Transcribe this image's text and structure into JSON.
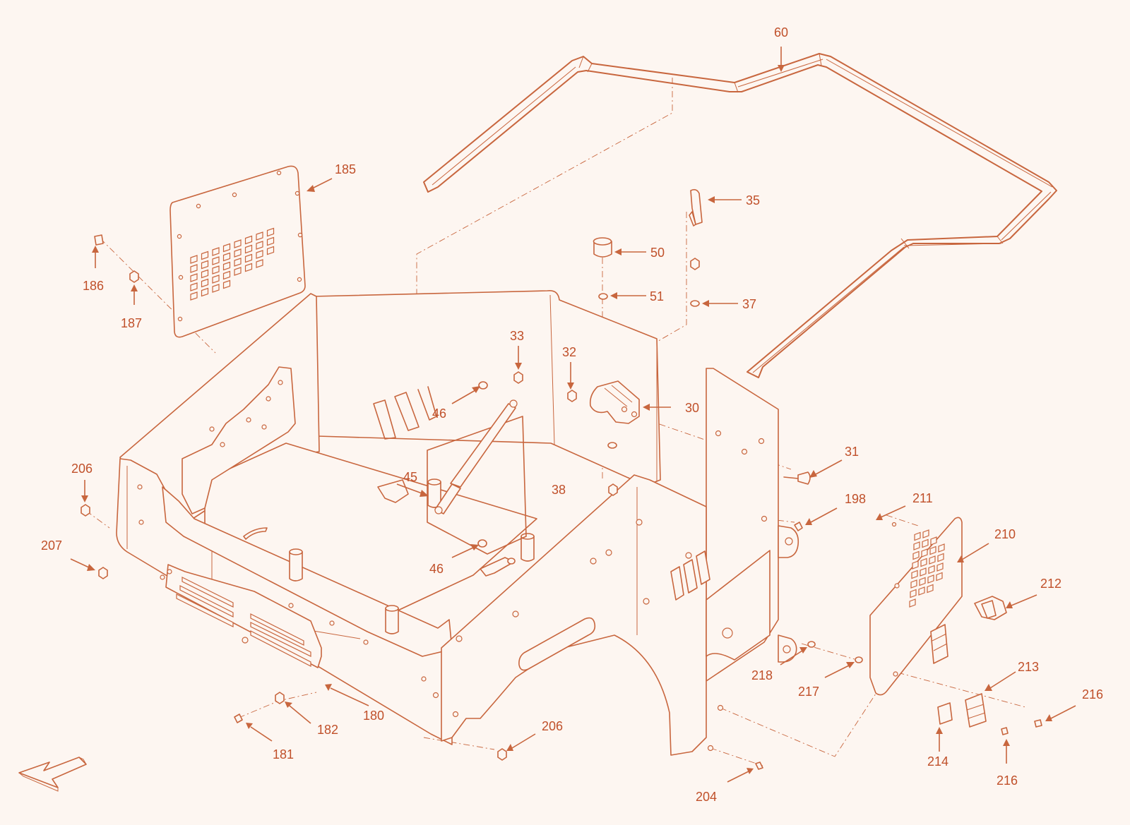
{
  "callouts": [
    {
      "id": "c60",
      "label": "60"
    },
    {
      "id": "c185",
      "label": "185"
    },
    {
      "id": "c35",
      "label": "35"
    },
    {
      "id": "c50",
      "label": "50"
    },
    {
      "id": "c186",
      "label": "186"
    },
    {
      "id": "c51",
      "label": "51"
    },
    {
      "id": "c37",
      "label": "37"
    },
    {
      "id": "c187",
      "label": "187"
    },
    {
      "id": "c33",
      "label": "33"
    },
    {
      "id": "c32",
      "label": "32"
    },
    {
      "id": "c30",
      "label": "30"
    },
    {
      "id": "c46a",
      "label": "46"
    },
    {
      "id": "c31",
      "label": "31"
    },
    {
      "id": "c206a",
      "label": "206"
    },
    {
      "id": "c45",
      "label": "45"
    },
    {
      "id": "c38",
      "label": "38"
    },
    {
      "id": "c211",
      "label": "211"
    },
    {
      "id": "c198",
      "label": "198"
    },
    {
      "id": "c210",
      "label": "210"
    },
    {
      "id": "c207",
      "label": "207"
    },
    {
      "id": "c46b",
      "label": "46"
    },
    {
      "id": "c212",
      "label": "212"
    },
    {
      "id": "c218",
      "label": "218"
    },
    {
      "id": "c213",
      "label": "213"
    },
    {
      "id": "c217",
      "label": "217"
    },
    {
      "id": "c216a",
      "label": "216"
    },
    {
      "id": "c180",
      "label": "180"
    },
    {
      "id": "c206b",
      "label": "206"
    },
    {
      "id": "c182",
      "label": "182"
    },
    {
      "id": "c181",
      "label": "181"
    },
    {
      "id": "c214",
      "label": "214"
    },
    {
      "id": "c216b",
      "label": "216"
    },
    {
      "id": "c204",
      "label": "204"
    }
  ],
  "colors": {
    "line": "#c8663e",
    "text": "#c0502a",
    "background": "#fdf6f1"
  },
  "icons": {
    "orientation": "front-direction-arrow-icon"
  }
}
